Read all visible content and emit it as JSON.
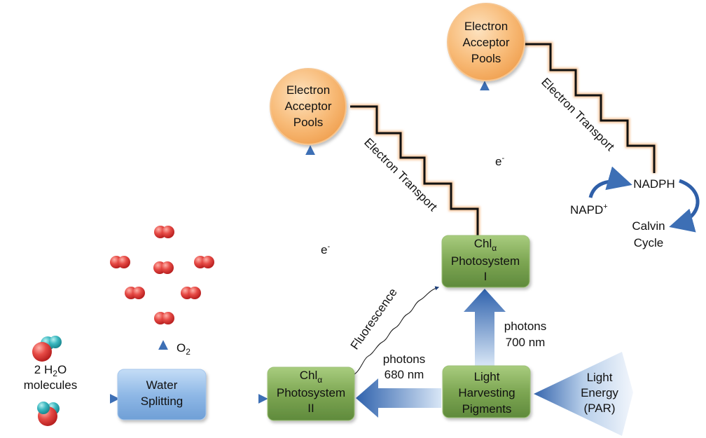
{
  "water_input": {
    "line1_prefix": "2 H",
    "line1_sub": "2",
    "line1_suffix": "O",
    "line2": "molecules"
  },
  "water_splitting": {
    "line1": "Water",
    "line2": "Splitting"
  },
  "oxygen": {
    "prefix": "O",
    "sub": "2"
  },
  "ps2": {
    "line1_prefix": "Chl",
    "line1_sub": "α",
    "line2": "Photosystem",
    "line3": "II"
  },
  "ps1": {
    "line1_prefix": "Chl",
    "line1_sub": "α",
    "line2": "Photosystem",
    "line3": "I"
  },
  "pool_left": {
    "line1": "Electron",
    "line2": "Acceptor",
    "line3": "Pools"
  },
  "pool_right": {
    "line1": "Electron",
    "line2": "Acceptor",
    "line3": "Pools"
  },
  "electron_left": {
    "prefix": "e",
    "sup": "-"
  },
  "electron_right": {
    "prefix": "e",
    "sup": "-"
  },
  "transport_left": "Electron Transport",
  "transport_right": "Electron Transport",
  "fluorescence": "Fluorescence",
  "photons_680": {
    "line1": "photons",
    "line2": "680 nm"
  },
  "photons_700": {
    "line1": "photons",
    "line2": "700 nm"
  },
  "light_harvesting": {
    "line1": "Light",
    "line2": "Harvesting",
    "line3": "Pigments"
  },
  "light_energy": {
    "line1": "Light",
    "line2": "Energy",
    "line3": "(PAR)"
  },
  "nadph": "NADPH",
  "napd": {
    "prefix": "NAPD",
    "sup": "+"
  },
  "calvin": {
    "line1": "Calvin",
    "line2": "Cycle"
  },
  "colors": {
    "water_box": "#8fb8e6",
    "ps_box": "#7fa857",
    "pool": "#f6b26b",
    "arrow_blue": "#3d6fb5",
    "oxygen_atom": "#e0403f",
    "hydrogen_atom": "#3cb8c0"
  }
}
